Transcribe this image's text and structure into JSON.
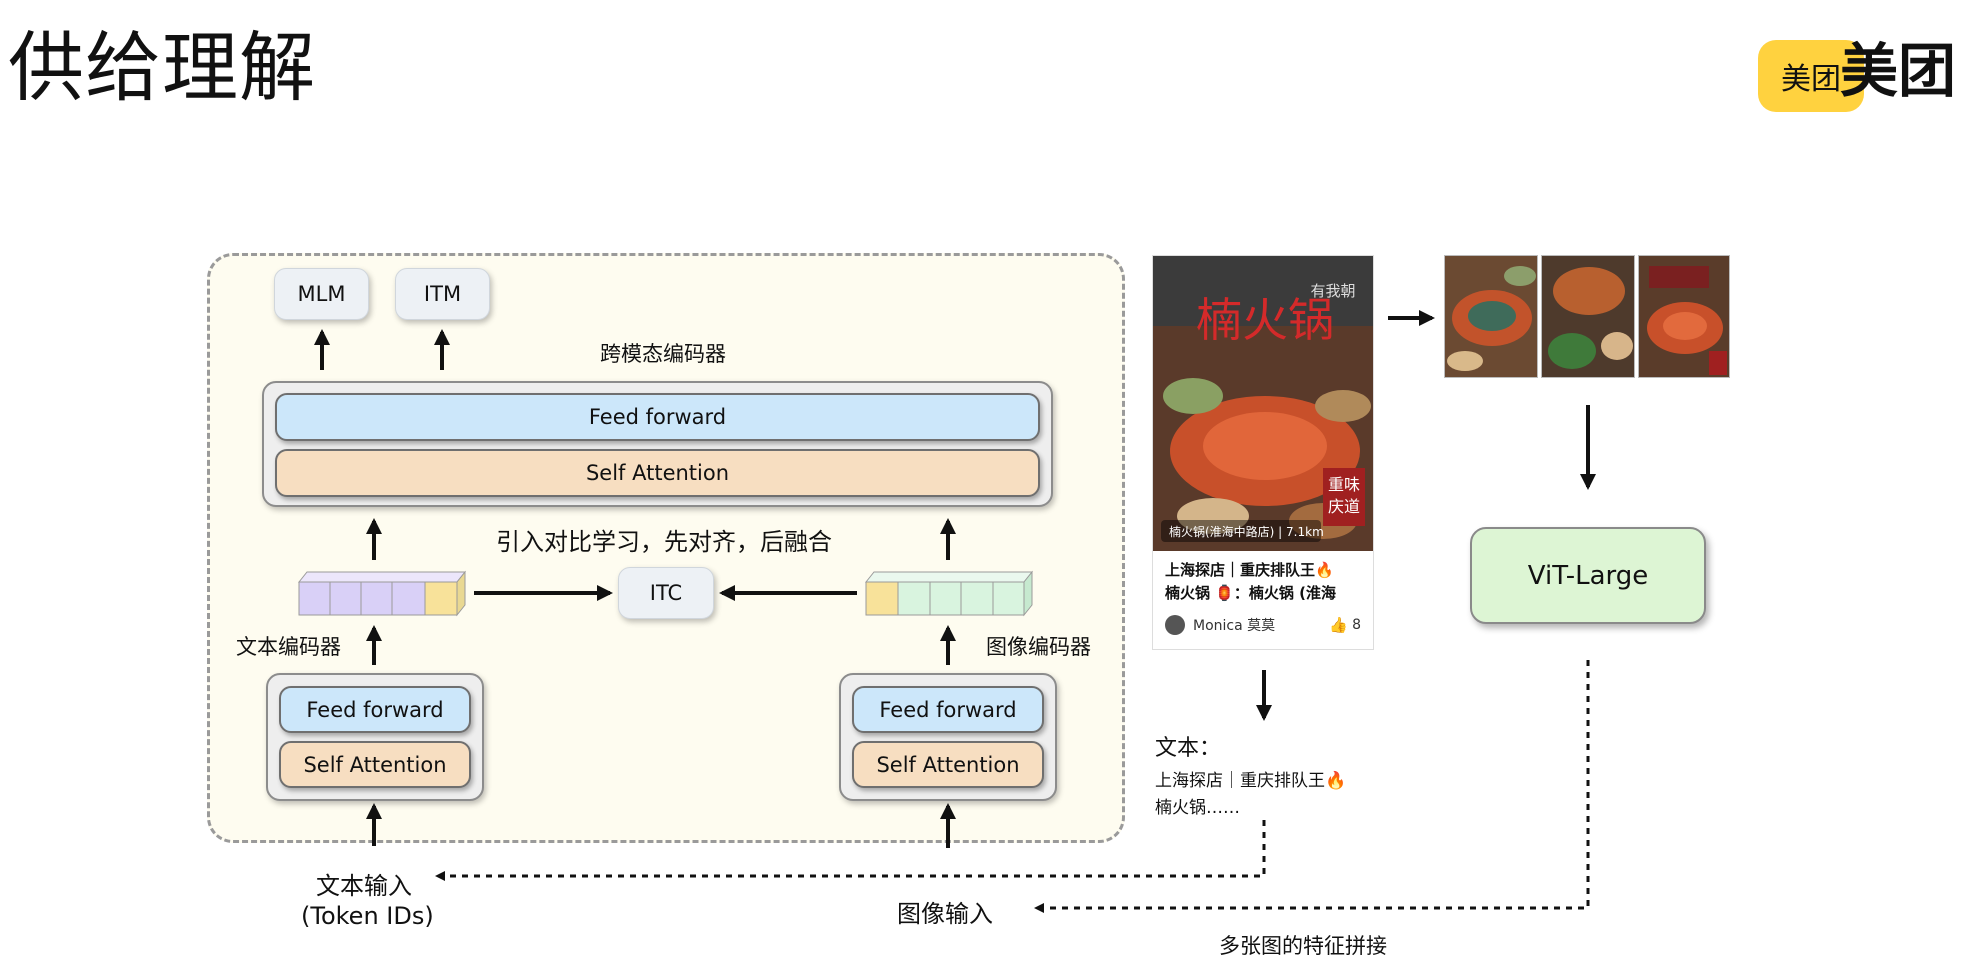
{
  "header": {
    "title": "供给理解",
    "logo_badge": "美团",
    "logo_text": "美团"
  },
  "model": {
    "heads": [
      "MLM",
      "ITM"
    ],
    "cross_encoder_label": "跨模态编码器",
    "feed_forward": "Feed forward",
    "self_attention": "Self Attention",
    "contrastive_note": "引入对比学习，先对齐，后融合",
    "itc": "ITC",
    "text_encoder_label": "文本编码器",
    "image_encoder_label": "图像编码器"
  },
  "inputs": {
    "text_input_line1": "文本输入",
    "text_input_line2": "(Token IDs)",
    "image_input": "图像输入",
    "feature_concat": "多张图的特征拼接"
  },
  "post": {
    "overlay_title": "楠火锅",
    "stamp_line1": "重味",
    "stamp_line2": "庆道",
    "sign_text": "有我朝",
    "location": "楠火锅(淮海中路店) | 7.1km",
    "caption_line1": "上海探店｜重庆排队王🔥",
    "caption_line2": "楠火锅 🏮：楠火锅 (淮海",
    "author": "Monica 莫莫",
    "likes": "8"
  },
  "text_extract": {
    "heading": "文本：",
    "line1": "上海探店｜重庆排队王🔥",
    "line2": "楠火锅……"
  },
  "vision": {
    "model": "ViT-Large"
  },
  "colors": {
    "feed_forward": "#CCE7FA",
    "self_attention": "#F7DEC1",
    "text_token": "#D9D0F7",
    "image_token": "#D9F4DF",
    "cls_token": "#F8E29A",
    "vit": "#DDF5D4",
    "brand": "#FFD23F",
    "frame_bg": "#FEFCF0"
  }
}
